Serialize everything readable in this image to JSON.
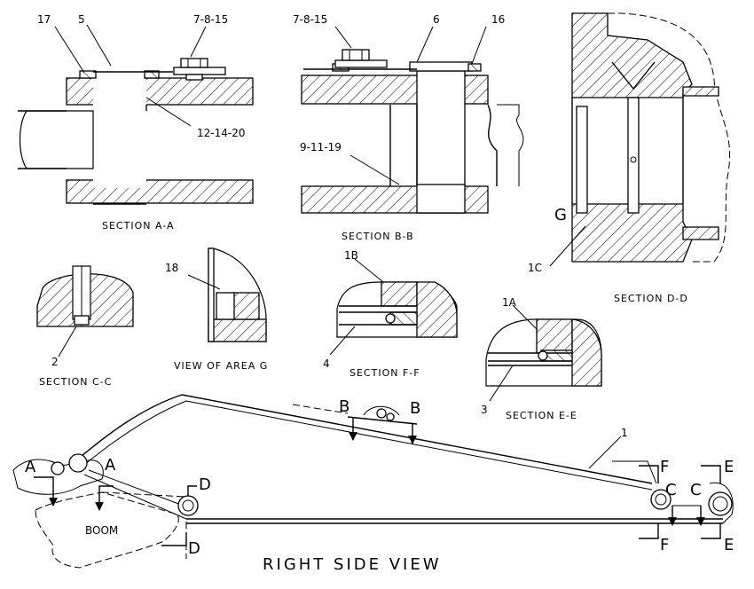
{
  "labels": {
    "sec_aa": {
      "c17": "17",
      "c5": "5",
      "c7815": "7-8-15",
      "c121420": "12-14-20",
      "caption": "SECTION A-A"
    },
    "sec_bb": {
      "c7815": "7-8-15",
      "c6": "6",
      "c16": "16",
      "c91119": "9-11-19",
      "caption": "SECTION B-B"
    },
    "sec_dd": {
      "g": "G",
      "c1c": "1C",
      "caption": "SECTION D-D"
    },
    "sec_cc": {
      "c2": "2",
      "caption": "SECTION C-C"
    },
    "area_g": {
      "c18": "18",
      "caption": "VIEW OF AREA G"
    },
    "sec_ff": {
      "c1b": "1B",
      "c4": "4",
      "caption": "SECTION F-F"
    },
    "sec_ee": {
      "c1a": "1A",
      "c3": "3",
      "caption": "SECTION E-E"
    },
    "side": {
      "b_left": "B",
      "b_right": "B",
      "c1": "1",
      "a_left": "A",
      "a_right": "A",
      "d_top": "D",
      "d_bottom": "D",
      "boom": "BOOM",
      "f_top": "F",
      "f_bottom": "F",
      "c_left": "C",
      "c_right": "C",
      "e_top": "E",
      "e_bottom": "E",
      "title": "RIGHT SIDE VIEW"
    }
  }
}
